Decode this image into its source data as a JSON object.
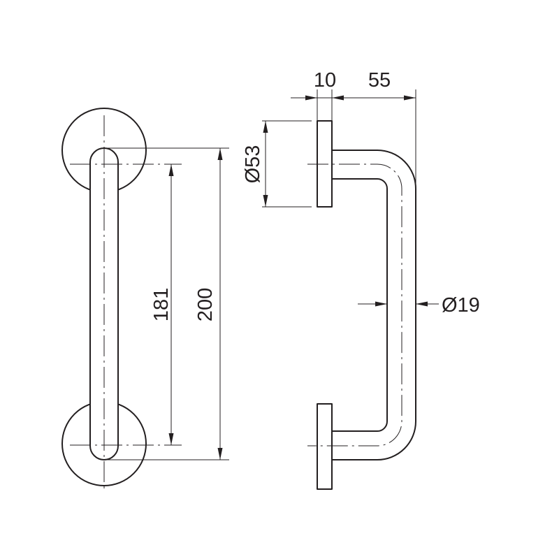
{
  "dimensions": {
    "rose_diameter": "Ø53",
    "rose_thickness": "10",
    "projection": "55",
    "bar_diameter": "Ø19",
    "grip_length": "181",
    "centers": "200"
  },
  "colors": {
    "line": "#231f20",
    "background": "#ffffff"
  }
}
